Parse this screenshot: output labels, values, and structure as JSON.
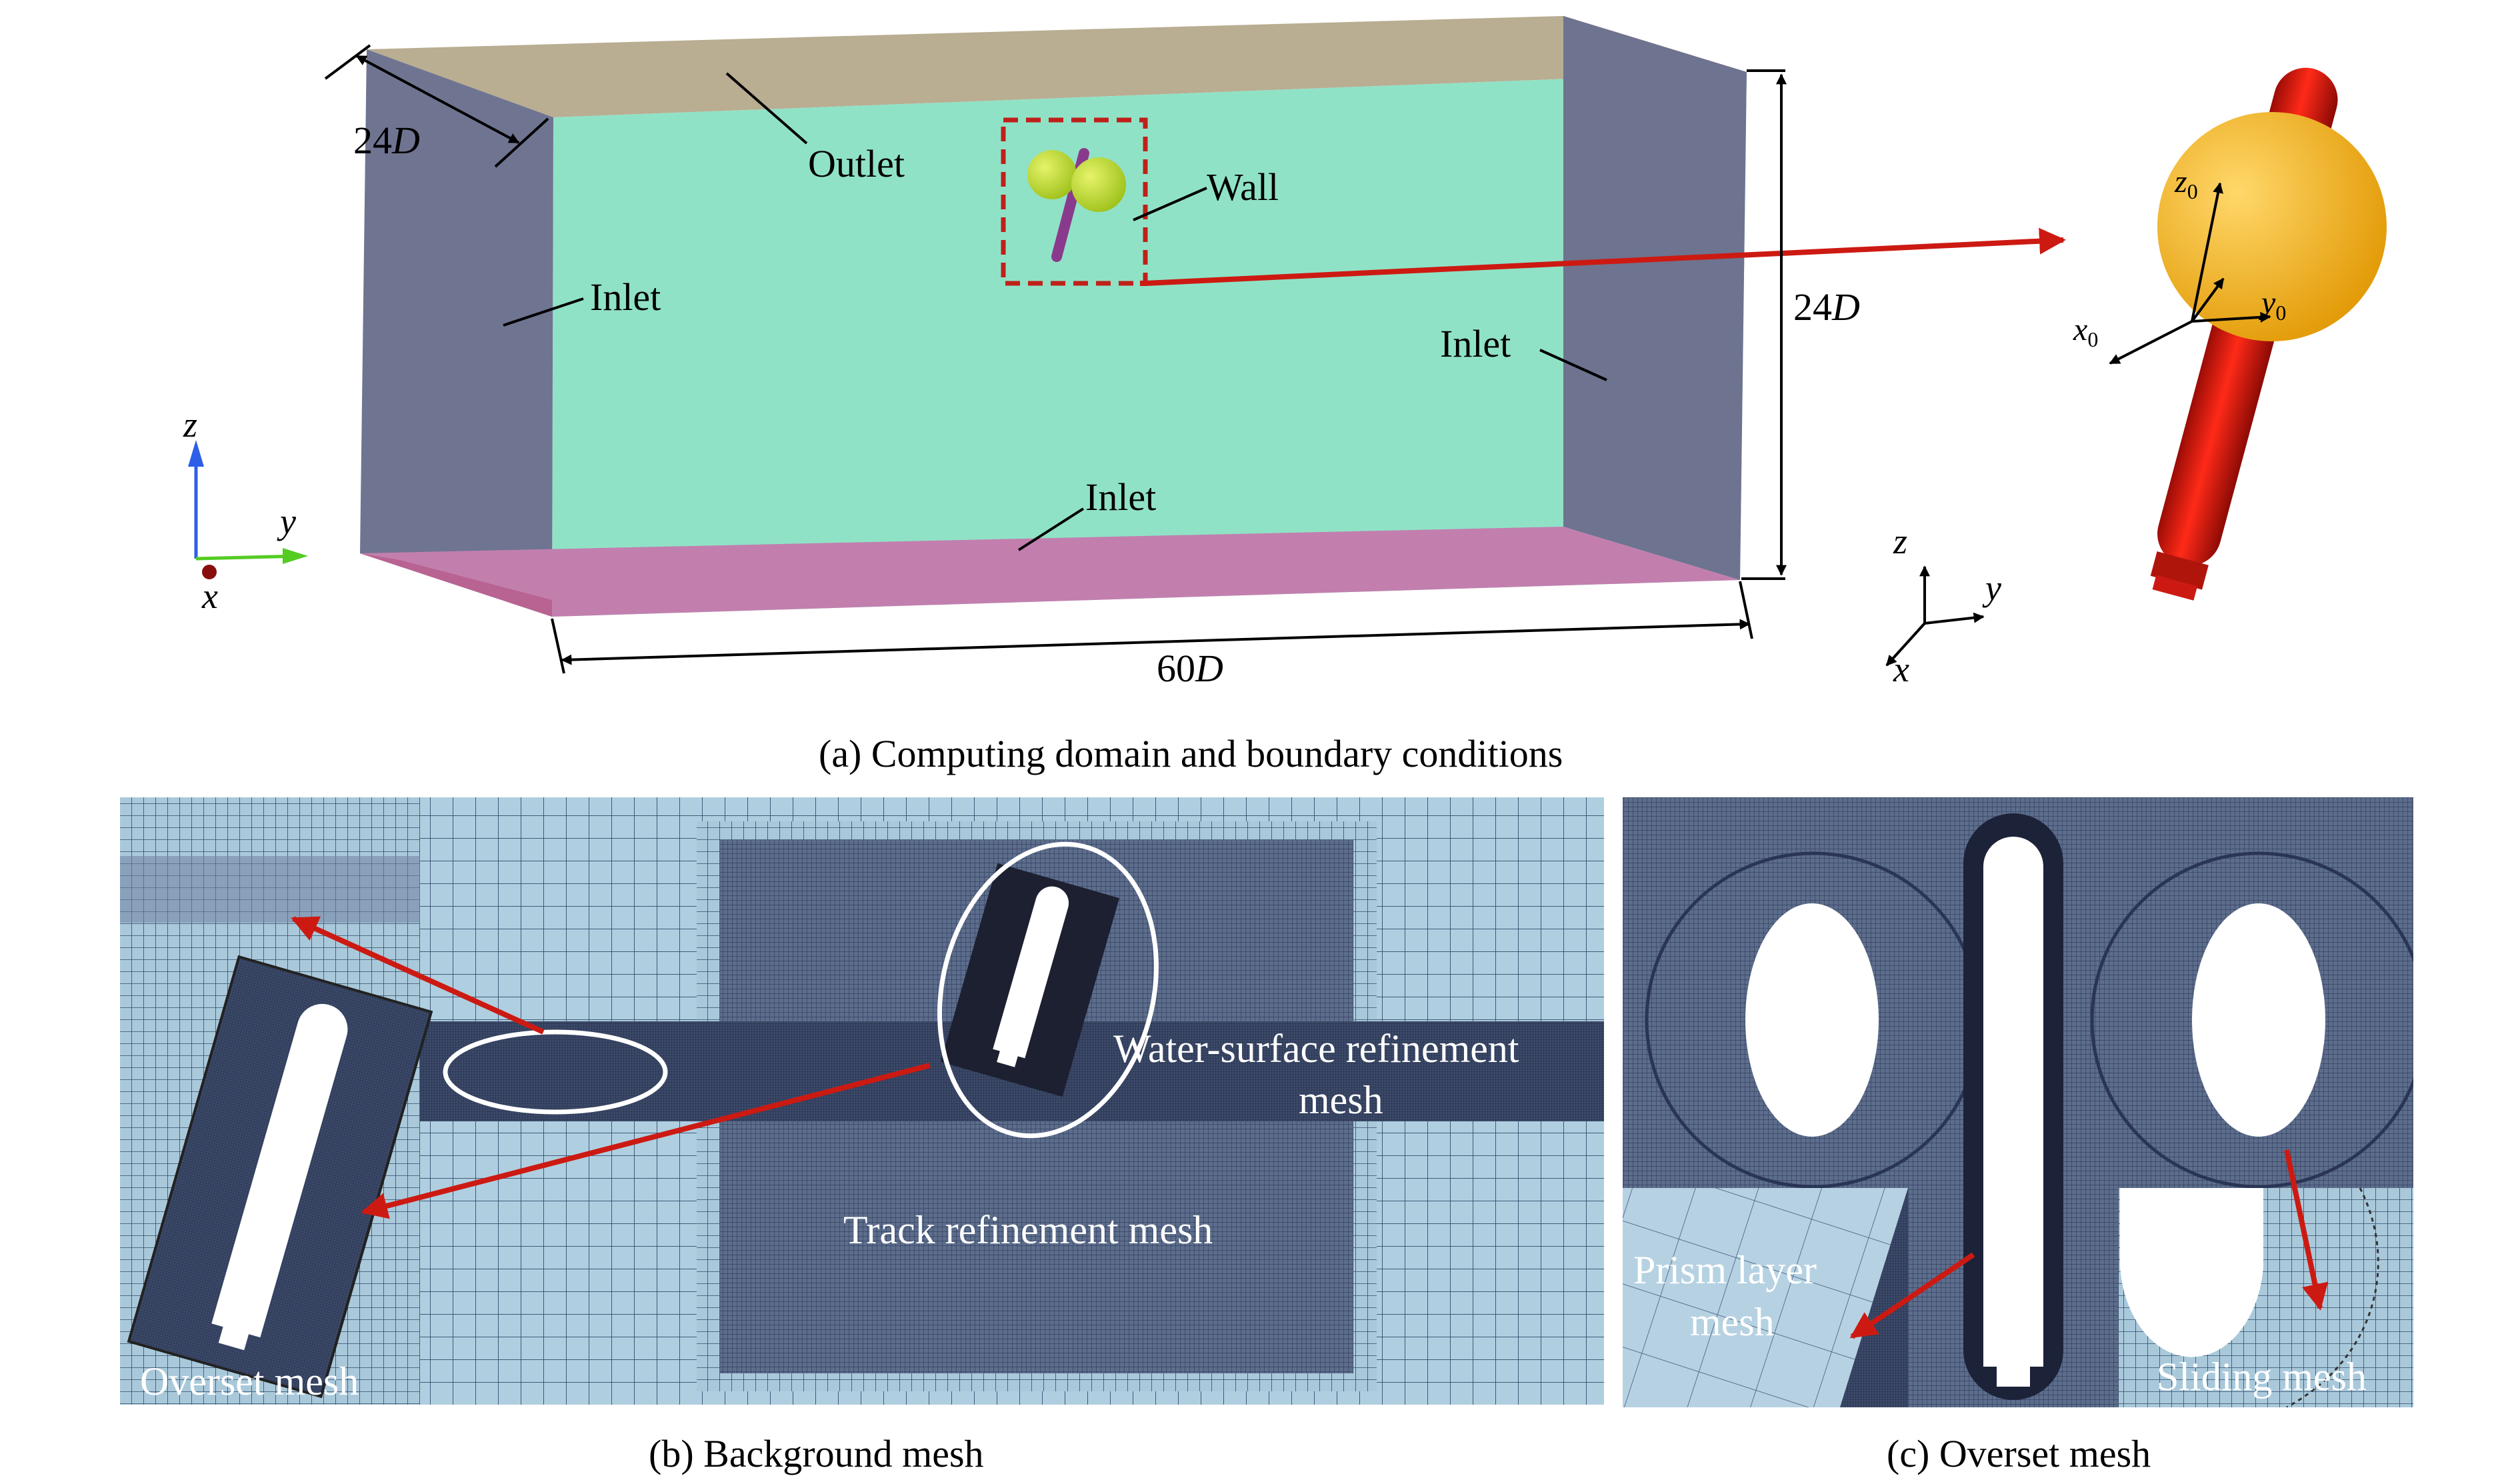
{
  "panel_a": {
    "caption": "(a) Computing domain and boundary conditions",
    "dims": {
      "depth_num": "24",
      "height_num": "24",
      "length_num": "60",
      "unit": "D"
    },
    "boundaries": {
      "outlet": "Outlet",
      "wall": "Wall",
      "inlet_left": "Inlet",
      "inlet_right": "Inlet",
      "inlet_bottom": "Inlet"
    },
    "axes_left": {
      "z": "z",
      "y": "y",
      "x": "x"
    },
    "axes_right": {
      "z": "z",
      "y": "y",
      "x": "x"
    },
    "body_axes": {
      "z": "z",
      "y": "y",
      "x": "x",
      "sub": "0"
    },
    "colors": {
      "top_face": "#b8aa90",
      "back_face": "#8fe3c4",
      "side_face": "#6e7390",
      "bottom_face": "#c27fae",
      "body": "#e31a10",
      "sphere": "#f5b31c",
      "arrow": "#cc1a12"
    }
  },
  "panel_b": {
    "caption": "(b) Background mesh",
    "labels": {
      "water_line1": "Water-surface refinement",
      "water_line2": "mesh",
      "track": "Track refinement mesh",
      "overset": "Overset mesh"
    },
    "colors": {
      "mesh_bg": "#a8c8da",
      "dense": "#46567a",
      "ellipse": "#ffffff"
    }
  },
  "panel_c": {
    "caption": "(c) Overset mesh",
    "labels": {
      "prism_line1": "Prism layer",
      "prism_line2": "mesh",
      "sliding": "Sliding mesh"
    }
  }
}
